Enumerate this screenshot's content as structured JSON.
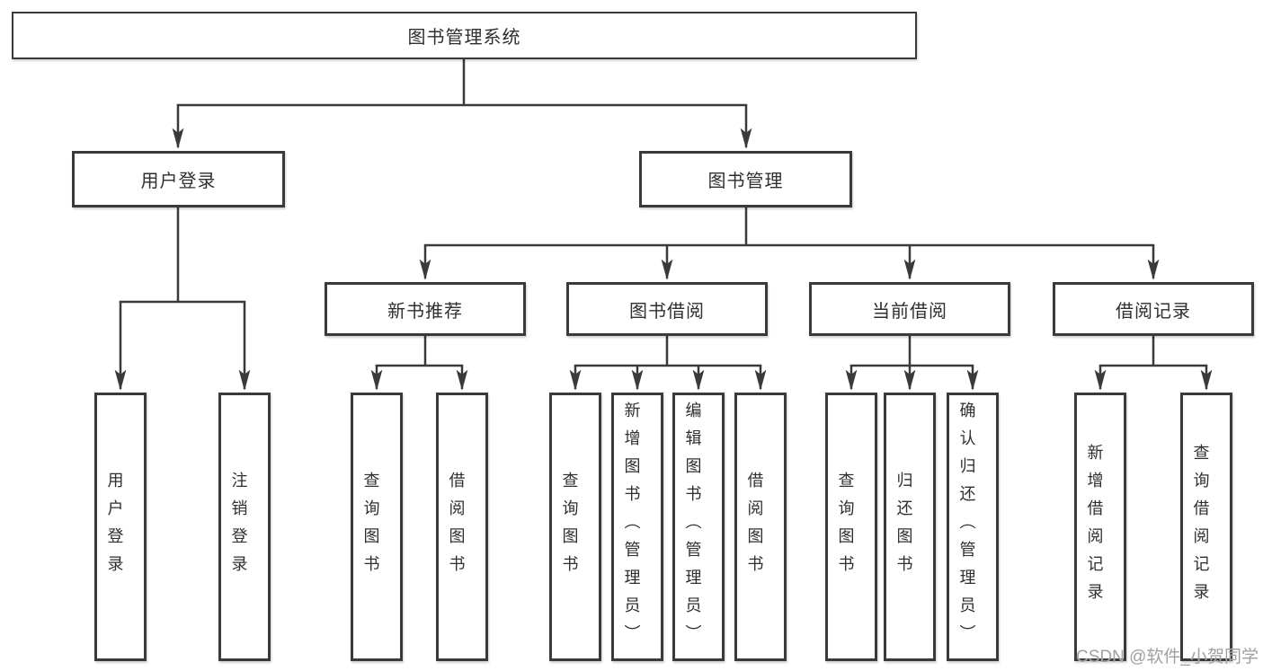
{
  "tree": {
    "root": "图书管理系统",
    "branches": [
      {
        "label": "用户登录",
        "children": [
          "用户登录",
          "注销登录"
        ]
      },
      {
        "label": "图书管理",
        "groups": [
          {
            "label": "新书推荐",
            "children": [
              "查询图书",
              "借阅图书"
            ]
          },
          {
            "label": "图书借阅",
            "children": [
              "查询图书",
              "新增图书（管理员）",
              "编辑图书（管理员）",
              "借阅图书"
            ]
          },
          {
            "label": "当前借阅",
            "children": [
              "查询图书",
              "归还图书",
              "确认归还（管理员）"
            ]
          },
          {
            "label": "借阅记录",
            "children": [
              "新增借阅记录",
              "查询借阅记录"
            ]
          }
        ]
      }
    ]
  },
  "watermark": "CSDN @软件_小贺同学",
  "colors": {
    "line": "#3a3a3a",
    "text": "#2f2f2f",
    "watermark_gray": "#a0a0a0",
    "background": "#ffffff"
  }
}
